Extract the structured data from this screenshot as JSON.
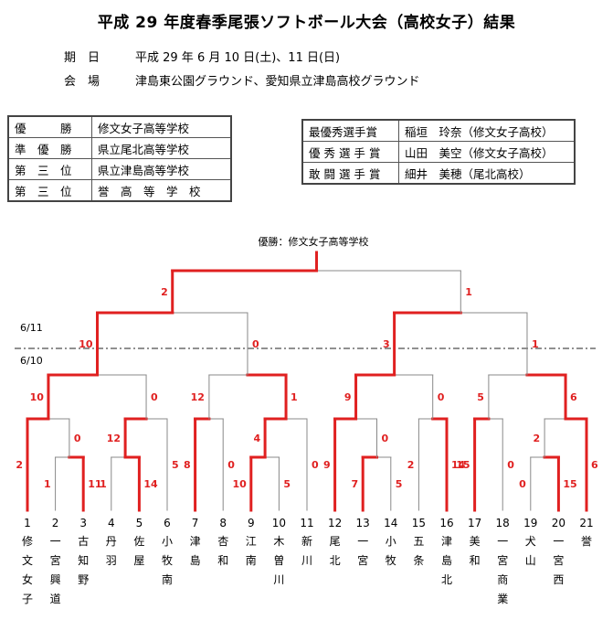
{
  "title": "平成 29 年度春季尾張ソフトボール大会（高校女子）結果",
  "info": [
    {
      "label": "期　日",
      "value": "平成 29 年 6 月 10 日(土)、11 日(日)"
    },
    {
      "label": "会　場",
      "value": "津島東公園グラウンド、愛知県立津島高校グラウンド"
    }
  ],
  "results": [
    {
      "rank": "優　　　勝",
      "school": "修文女子高等学校"
    },
    {
      "rank": "準　優　勝",
      "school": "県立尾北高等学校"
    },
    {
      "rank": "第　三　位",
      "school": "県立津島高等学校"
    },
    {
      "rank": "第　三　位",
      "school": "誉　高　等　学　校"
    }
  ],
  "awards": [
    {
      "award": "最優秀選手賞",
      "player": "稲垣　玲奈（修文女子高校）"
    },
    {
      "award": "優 秀 選 手 賞",
      "player": "山田　美空（修文女子高校）"
    },
    {
      "award": "敢 闘 選 手 賞",
      "player": "細井　美穂（尾北高校）"
    }
  ],
  "champion_label": "優勝：修文女子高等学校",
  "date_labels": {
    "day2": "6/11",
    "day1": "6/10"
  },
  "colors": {
    "win": "#e02020",
    "lose": "#888888",
    "score": "#e02020"
  },
  "teams": [
    {
      "num": "1",
      "name": "修文女子"
    },
    {
      "num": "2",
      "name": "一宮興道"
    },
    {
      "num": "3",
      "name": "古知野"
    },
    {
      "num": "4",
      "name": "丹羽"
    },
    {
      "num": "5",
      "name": "佐屋"
    },
    {
      "num": "6",
      "name": "小牧南"
    },
    {
      "num": "7",
      "name": "津島"
    },
    {
      "num": "8",
      "name": "杏和"
    },
    {
      "num": "9",
      "name": "江南"
    },
    {
      "num": "10",
      "name": "木曽川"
    },
    {
      "num": "11",
      "name": "新川"
    },
    {
      "num": "12",
      "name": "尾北"
    },
    {
      "num": "13",
      "name": "一宮"
    },
    {
      "num": "14",
      "name": "小牧"
    },
    {
      "num": "15",
      "name": "五条"
    },
    {
      "num": "16",
      "name": "津島北"
    },
    {
      "num": "17",
      "name": "美和"
    },
    {
      "num": "18",
      "name": "一宮商業"
    },
    {
      "num": "19",
      "name": "犬山"
    },
    {
      "num": "20",
      "name": "一宮西"
    },
    {
      "num": "21",
      "name": "誉"
    }
  ],
  "scores": {
    "g_2_3": [
      "1",
      "11"
    ],
    "g_4_5": [
      "1",
      "14"
    ],
    "g_9_10": [
      "10",
      "5"
    ],
    "g_13_14": [
      "7",
      "5"
    ],
    "g_19_20": [
      "0",
      "15"
    ],
    "g_1_23": [
      "2",
      "0"
    ],
    "g_45_6": [
      "12",
      "5"
    ],
    "g_7_8": [
      "8",
      "0"
    ],
    "g_910_11": [
      "4",
      "0"
    ],
    "g_12_1314": [
      "9",
      "0"
    ],
    "g_15_16": [
      "2",
      "14"
    ],
    "g_17_18": [
      "15",
      "0"
    ],
    "g_1920_21": [
      "2",
      "6"
    ],
    "q_a": [
      "10",
      "0"
    ],
    "q_b": [
      "12",
      "1"
    ],
    "q_c": [
      "9",
      "0"
    ],
    "q_d": [
      "5",
      "6"
    ],
    "sf_left": [
      "10",
      "0"
    ],
    "sf_right": [
      "3",
      "1"
    ],
    "final": [
      "2",
      "1"
    ]
  }
}
